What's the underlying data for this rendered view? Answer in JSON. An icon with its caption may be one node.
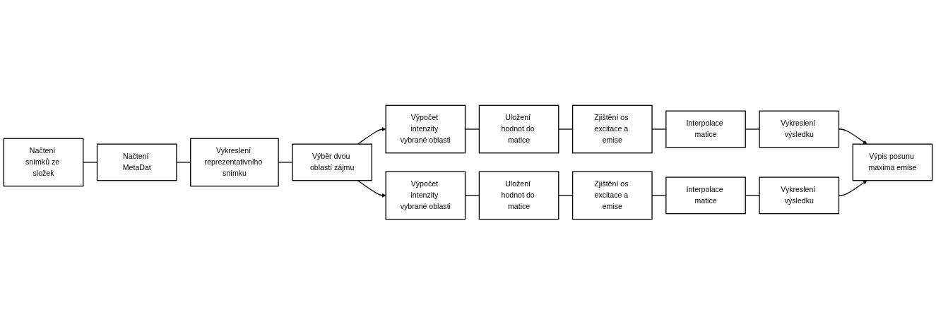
{
  "diagram": {
    "nodes": [
      {
        "text": [
          "Načtení snímků ze složek"
        ]
      },
      {
        "text": [
          "Načtení MetaDat"
        ]
      },
      {
        "text": [
          "Vykreslení reprezentativního snímku"
        ]
      },
      {
        "text": [
          "Výběr dvou oblastí zájmu"
        ]
      },
      {
        "text": [
          "Výpočet intenzity vybrané oblasti"
        ]
      },
      {
        "text": [
          "Uložení hodnot do matice"
        ]
      },
      {
        "text": [
          "Zjištění os excitace a emise"
        ]
      },
      {
        "text": [
          "Interpolace matice"
        ]
      },
      {
        "text": [
          "Vykreslení výsledku"
        ]
      },
      {
        "text": [
          "Výpočet intenzity vybrané oblasti"
        ]
      },
      {
        "text": [
          "Uložení hodnot do matice"
        ]
      },
      {
        "text": [
          "Zjištění os excitace a emise"
        ]
      },
      {
        "text": [
          "Interpolace matice"
        ]
      },
      {
        "text": [
          "Vykreslení výsledku"
        ]
      },
      {
        "text": [
          "Výpis posunu maxima emise"
        ]
      }
    ],
    "edges": [
      {
        "from": 0,
        "to": 1,
        "arrow": "none"
      },
      {
        "from": 1,
        "to": 2,
        "arrow": "none"
      },
      {
        "from": 2,
        "to": 3,
        "arrow": "none"
      },
      {
        "from": 3,
        "to": 4,
        "arrow": "to"
      },
      {
        "from": 3,
        "to": 9,
        "arrow": "to"
      },
      {
        "from": 4,
        "to": 5,
        "arrow": "none"
      },
      {
        "from": 5,
        "to": 6,
        "arrow": "none"
      },
      {
        "from": 6,
        "to": 7,
        "arrow": "none"
      },
      {
        "from": 7,
        "to": 8,
        "arrow": "none"
      },
      {
        "from": 9,
        "to": 10,
        "arrow": "none"
      },
      {
        "from": 10,
        "to": 11,
        "arrow": "none"
      },
      {
        "from": 11,
        "to": 12,
        "arrow": "none"
      },
      {
        "from": 12,
        "to": 13,
        "arrow": "none"
      },
      {
        "from": 8,
        "to": 14,
        "arrow": "to"
      },
      {
        "from": 13,
        "to": 14,
        "arrow": "to"
      }
    ]
  }
}
